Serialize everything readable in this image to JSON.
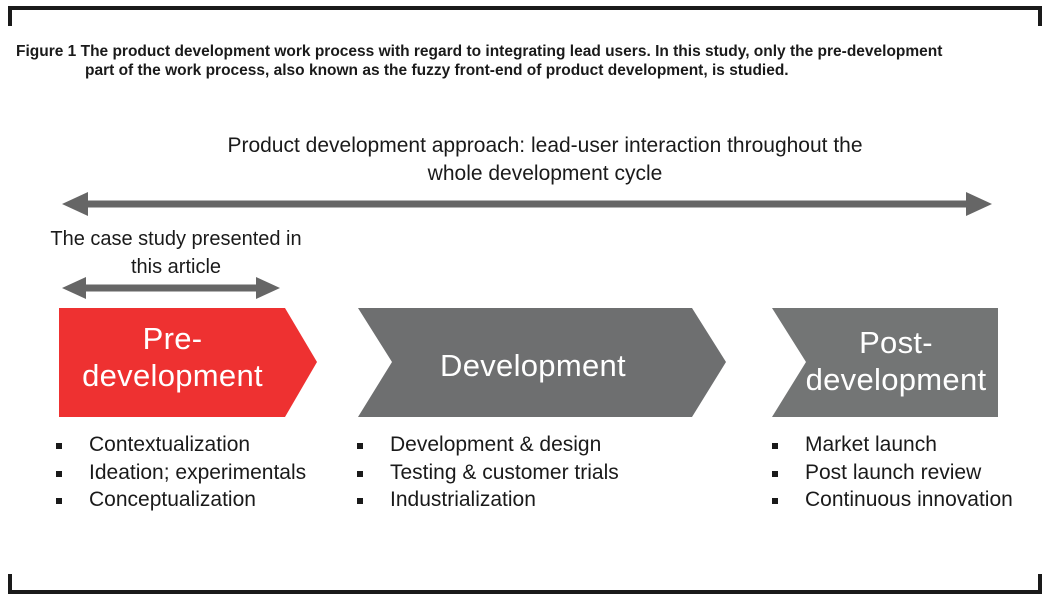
{
  "caption": {
    "line1": "Figure 1 The product development work process with regard to integrating lead users. In this study, only the pre-development",
    "line2": "part of the work process, also known as the fuzzy front-end of product development, is studied."
  },
  "approach": {
    "line1": "Product development approach: lead-user interaction throughout the",
    "line2": "whole development cycle"
  },
  "case_study": {
    "line1": "The case study presented in",
    "line2": "this article"
  },
  "colors": {
    "pre": "#ee3131",
    "dev": "#6e6f70",
    "post": "#737575",
    "arrow": "#666666"
  },
  "phases": [
    {
      "line1": "Pre-",
      "line2": "development",
      "bullets": [
        "Contextualization",
        "Ideation; experimentals",
        "Conceptualization"
      ]
    },
    {
      "line1": "Development",
      "bullets": [
        "Development & design",
        "Testing & customer trials",
        "Industrialization"
      ]
    },
    {
      "line1": "Post-",
      "line2": "development",
      "bullets": [
        "Market launch",
        "Post launch review",
        "Continuous innovation"
      ]
    }
  ]
}
